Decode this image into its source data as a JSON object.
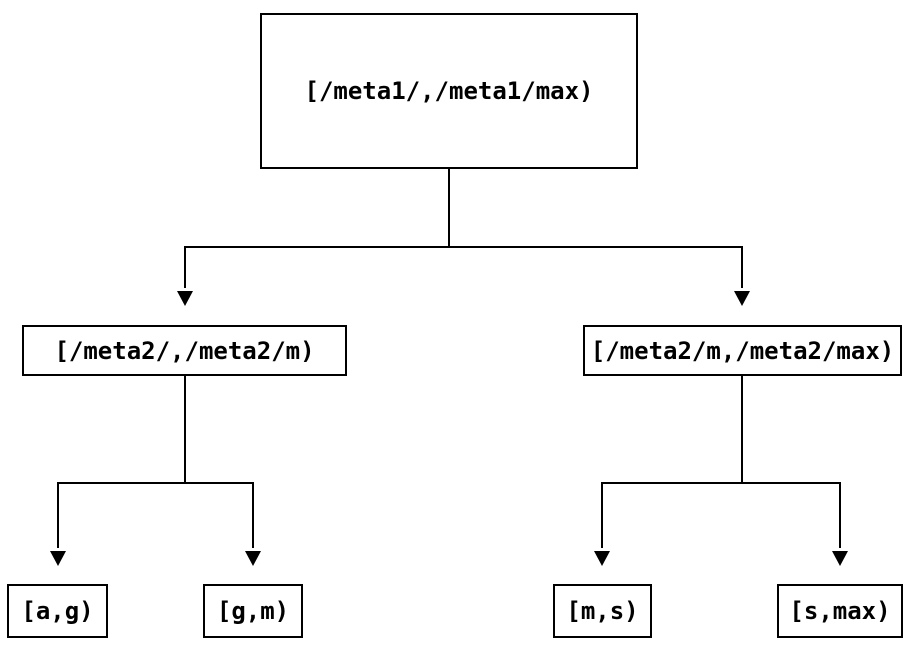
{
  "diagram": {
    "type": "interval-partition-tree",
    "nodes": {
      "root": {
        "label": "[/meta1/,/meta1/max)"
      },
      "meta2_left": {
        "label": "[/meta2/,/meta2/m)"
      },
      "meta2_right": {
        "label": "[/meta2/m,/meta2/max)"
      },
      "leaf_ag": {
        "label": "[a,g)"
      },
      "leaf_gm": {
        "label": "[g,m)"
      },
      "leaf_ms": {
        "label": "[m,s)"
      },
      "leaf_smax": {
        "label": "[s,max)"
      }
    },
    "edges": [
      {
        "from": "root",
        "to": "meta2_left"
      },
      {
        "from": "root",
        "to": "meta2_right"
      },
      {
        "from": "meta2_left",
        "to": "leaf_ag"
      },
      {
        "from": "meta2_left",
        "to": "leaf_gm"
      },
      {
        "from": "meta2_right",
        "to": "leaf_ms"
      },
      {
        "from": "meta2_right",
        "to": "leaf_smax"
      }
    ],
    "colors": {
      "line": "#000000",
      "text": "#000000",
      "node_border": "#000000",
      "background": "#ffffff"
    }
  }
}
